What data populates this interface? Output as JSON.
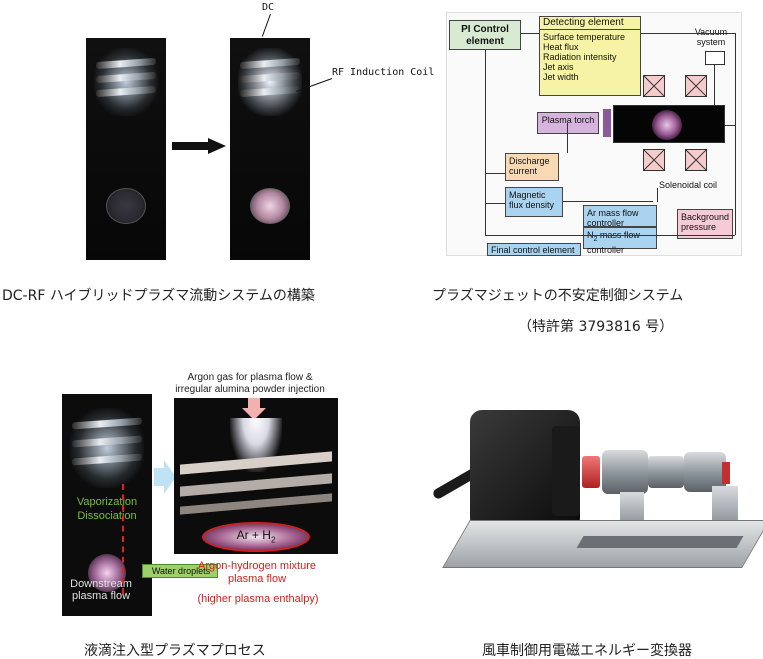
{
  "panel_dc_rf": {
    "dc_label": "DC",
    "coil_label": "RF Induction Coil",
    "caption": "DC-RF ハイブリッドプラズマ流動システムの構築"
  },
  "panel_control": {
    "pi_control": "PI Control element",
    "detecting_title": "Detecting element",
    "detecting_items": [
      "Surface temperature",
      "Heat flux",
      "Radiation intensity",
      "Jet axis",
      "Jet width"
    ],
    "vacuum": "Vacuum system",
    "plasma_torch": "Plasma torch",
    "discharge_current": "Discharge current",
    "magnetic_flux": "Magnetic flux density",
    "solenoidal_coil": "Solenoidal coil",
    "ar_controller": "Ar mass flow controller",
    "n2_controller_prefix": "N",
    "n2_controller_sub": "2",
    "n2_controller_suffix": " mass flow controller",
    "background_pressure": "Background pressure",
    "final_control": "Final control element",
    "caption_line1": "プラズマジェットの不安定制御システム",
    "caption_line2": "（特許第 3793816 号）"
  },
  "panel_droplet": {
    "argon_gas": "Argon gas for plasma flow & irregular alumina powder injection",
    "vaporization": "Vaporization",
    "dissociation": "Dissociation",
    "downstream": "Downstream plasma flow",
    "water_droplets": "Water droplets",
    "ar_h2_prefix": "Ar + H",
    "ar_h2_sub": "2",
    "argon_hydrogen": "Argon-hydrogen mixture plasma flow",
    "enthalpy": "(higher plasma enthalpy)",
    "caption": "液滴注入型プラズマプロセス"
  },
  "panel_wind": {
    "caption": "風車制御用電磁エネルギー変換器"
  },
  "colors": {
    "yellow_box": "#f7f3a6",
    "purple_box": "#d7b4dd",
    "orange_box": "#f7d9b4",
    "blue_box": "#a9d3ef",
    "pink_box": "#f6cbd8",
    "green_box": "#d9ead3",
    "green_text": "#7bbf3a",
    "red_text": "#d11f1f"
  }
}
